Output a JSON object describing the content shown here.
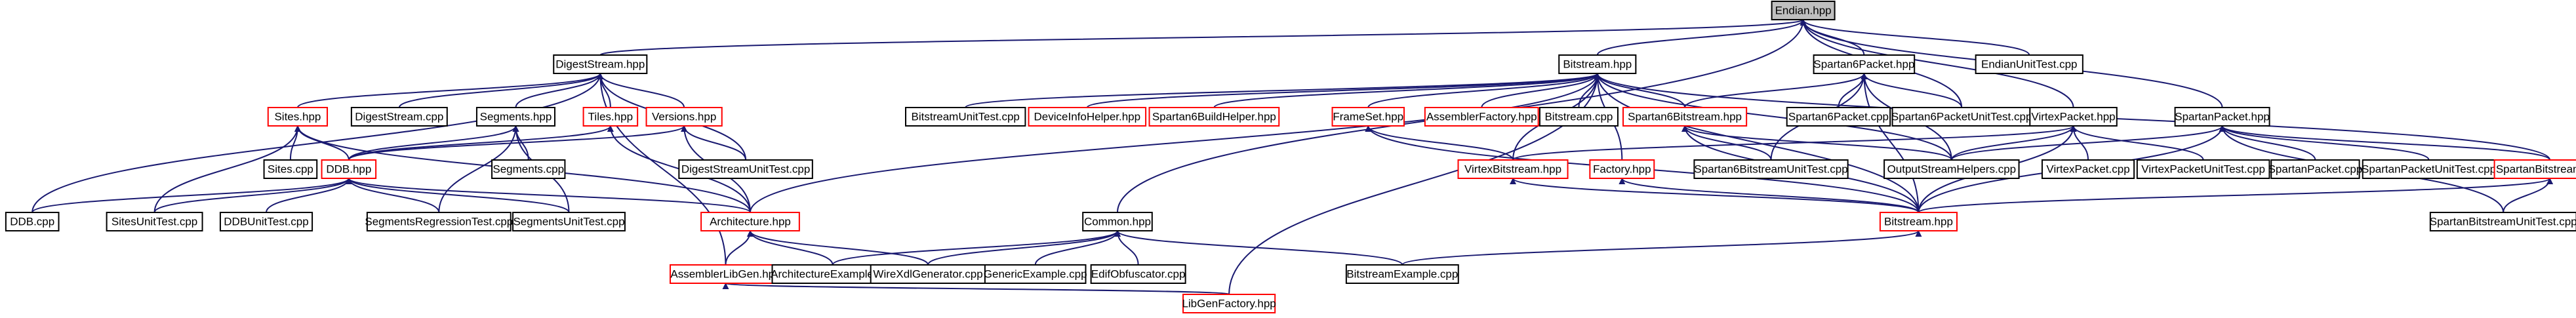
{
  "diagram": {
    "nodes": [
      {
        "id": "endian_hpp",
        "label": "Endian.hpp",
        "style": "root"
      },
      {
        "id": "digeststream_hpp",
        "label": "DigestStream.hpp",
        "style": "black"
      },
      {
        "id": "bitstream_hpp",
        "label": "Bitstream.hpp",
        "style": "black"
      },
      {
        "id": "spartan6packet_hpp",
        "label": "Spartan6Packet.hpp",
        "style": "black"
      },
      {
        "id": "endianunittest_cpp",
        "label": "EndianUnitTest.cpp",
        "style": "black"
      },
      {
        "id": "sites_hpp",
        "label": "Sites.hpp",
        "style": "red"
      },
      {
        "id": "digeststream_cpp",
        "label": "DigestStream.cpp",
        "style": "black"
      },
      {
        "id": "segments_hpp",
        "label": "Segments.hpp",
        "style": "black"
      },
      {
        "id": "tiles_hpp",
        "label": "Tiles.hpp",
        "style": "red"
      },
      {
        "id": "versions_hpp",
        "label": "Versions.hpp",
        "style": "red"
      },
      {
        "id": "bitstreamunittest_cpp",
        "label": "BitstreamUnitTest.cpp",
        "style": "black"
      },
      {
        "id": "deviceinfohelper_hpp",
        "label": "DeviceInfoHelper.hpp",
        "style": "red"
      },
      {
        "id": "spartan6buildhelper_hpp",
        "label": "Spartan6BuildHelper.hpp",
        "style": "red"
      },
      {
        "id": "frameset_hpp",
        "label": "FrameSet.hpp",
        "style": "red"
      },
      {
        "id": "assemblerfactory_hpp",
        "label": "AssemblerFactory.hpp",
        "style": "red"
      },
      {
        "id": "bitstream_cpp",
        "label": "Bitstream.cpp",
        "style": "black"
      },
      {
        "id": "spartan6bitstream_hpp",
        "label": "Spartan6Bitstream.hpp",
        "style": "red"
      },
      {
        "id": "spartan6packet_cpp",
        "label": "Spartan6Packet.cpp",
        "style": "black"
      },
      {
        "id": "spartan6packetunittest_cpp",
        "label": "Spartan6PacketUnitTest.cpp",
        "style": "black"
      },
      {
        "id": "virtexpacket_hpp",
        "label": "VirtexPacket.hpp",
        "style": "black"
      },
      {
        "id": "spartanpacket_hpp",
        "label": "SpartanPacket.hpp",
        "style": "black"
      },
      {
        "id": "sites_cpp",
        "label": "Sites.cpp",
        "style": "black"
      },
      {
        "id": "ddb_hpp",
        "label": "DDB.hpp",
        "style": "red"
      },
      {
        "id": "segments_cpp",
        "label": "Segments.cpp",
        "style": "black"
      },
      {
        "id": "digeststreamunittest_cpp",
        "label": "DigestStreamUnitTest.cpp",
        "style": "black"
      },
      {
        "id": "virtexbitstream_hpp",
        "label": "VirtexBitstream.hpp",
        "style": "red"
      },
      {
        "id": "factory_hpp",
        "label": "Factory.hpp",
        "style": "red"
      },
      {
        "id": "spartan6bitstreamunittest_cpp",
        "label": "Spartan6BitstreamUnitTest.cpp",
        "style": "black"
      },
      {
        "id": "outputstreamhelpers_cpp",
        "label": "OutputStreamHelpers.cpp",
        "style": "black"
      },
      {
        "id": "virtexpacket_cpp",
        "label": "VirtexPacket.cpp",
        "style": "black"
      },
      {
        "id": "virtexpacketunittest_cpp",
        "label": "VirtexPacketUnitTest.cpp",
        "style": "black"
      },
      {
        "id": "spartanpacket_cpp",
        "label": "SpartanPacket.cpp",
        "style": "black"
      },
      {
        "id": "spartanpacketunittest_cpp",
        "label": "SpartanPacketUnitTest.cpp",
        "style": "black"
      },
      {
        "id": "spartanbitstream_hpp",
        "label": "SpartanBitstream.hpp",
        "style": "red"
      },
      {
        "id": "ddb_cpp",
        "label": "DDB.cpp",
        "style": "black"
      },
      {
        "id": "sitesunittest_cpp",
        "label": "SitesUnitTest.cpp",
        "style": "black"
      },
      {
        "id": "ddbunittest_cpp",
        "label": "DDBUnitTest.cpp",
        "style": "black"
      },
      {
        "id": "segmentsregressiontest_cpp",
        "label": "SegmentsRegressionTest.cpp",
        "style": "black"
      },
      {
        "id": "segmentsunittest_cpp",
        "label": "SegmentsUnitTest.cpp",
        "style": "black"
      },
      {
        "id": "architecture_hpp",
        "label": "Architecture.hpp",
        "style": "red"
      },
      {
        "id": "bitstream_hpp2",
        "label": "Bitstream.hpp",
        "style": "red"
      },
      {
        "id": "spartanbitstreamunittest_cpp",
        "label": "SpartanBitstreamUnitTest.cpp",
        "style": "black"
      },
      {
        "id": "common_hpp",
        "label": "Common.hpp",
        "style": "black"
      },
      {
        "id": "assemblerlibgen_hpp",
        "label": "AssemblerLibGen.hpp",
        "style": "red"
      },
      {
        "id": "architectureexample_cpp",
        "label": "ArchitectureExample.cpp",
        "style": "black"
      },
      {
        "id": "wirexdlgenerator_cpp",
        "label": "WireXdlGenerator.cpp",
        "style": "black"
      },
      {
        "id": "genericexample_cpp",
        "label": "GenericExample.cpp",
        "style": "black"
      },
      {
        "id": "edifobfuscator_cpp",
        "label": "EdifObfuscator.cpp",
        "style": "black"
      },
      {
        "id": "bitstreamexample_cpp",
        "label": "BitstreamExample.cpp",
        "style": "black"
      },
      {
        "id": "libgenfactory_hpp",
        "label": "LibGenFactory.hpp",
        "style": "red"
      }
    ],
    "colors": {
      "edge": "#191970",
      "root_fill": "#bfbfbf",
      "red_border": "#ff0000",
      "black_border": "#000000"
    }
  }
}
